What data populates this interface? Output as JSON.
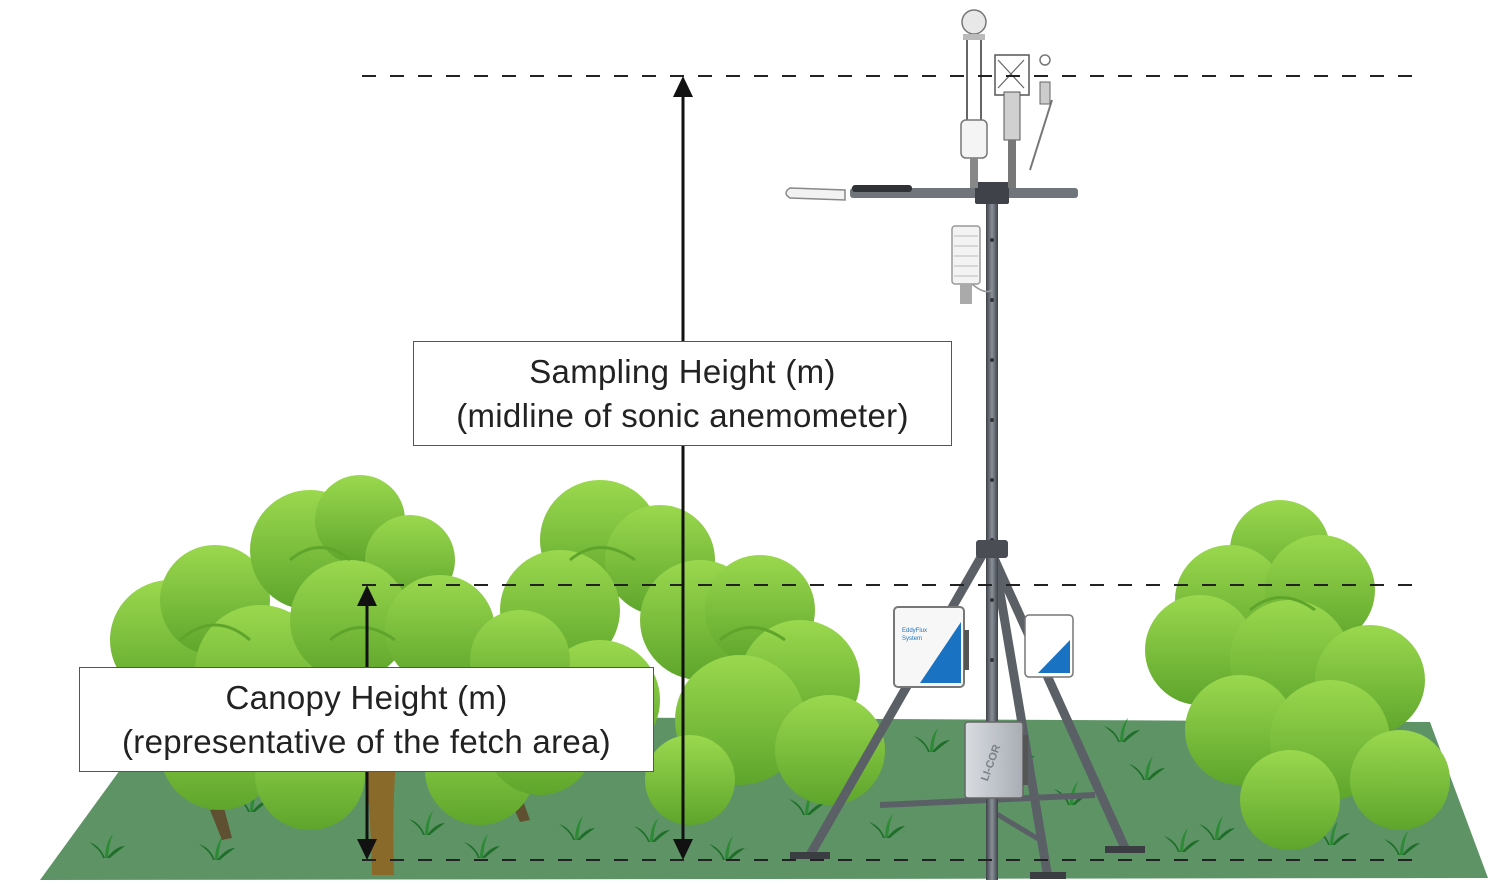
{
  "labels": {
    "sampling_height": {
      "line1": "Sampling Height (m)",
      "line2": "(midline of sonic anemometer)"
    },
    "canopy_height": {
      "line1": "Canopy Height (m)",
      "line2": "(representative of the fetch area)"
    }
  },
  "equipment": {
    "enclosure_text_line1": "EddyFlux",
    "enclosure_text_line2": "System",
    "logger_brand": "LI-COR"
  },
  "colors": {
    "ground": "#5e9465",
    "foliage": "#7ec83a",
    "foliage_dark": "#5fa52c",
    "trunk": "#8a6a2a",
    "tower": "#5b5f66",
    "arrow": "#111111",
    "dash": "#222222",
    "accent_blue": "#1a73c2"
  }
}
